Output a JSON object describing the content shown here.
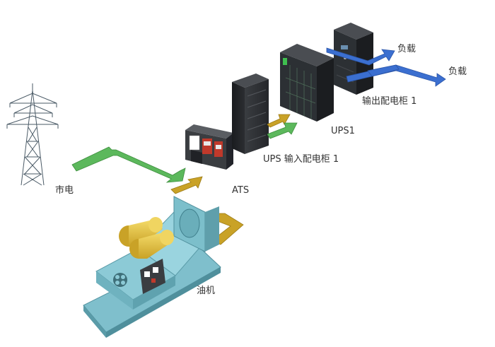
{
  "labels": {
    "grid": "市电",
    "ats": "ATS",
    "ups_input": "UPS 输入配电柜 1",
    "ups": "UPS1",
    "output": "输出配电柜 1",
    "load_1": "负载",
    "load_2": "负载",
    "generator": "油机"
  },
  "colors": {
    "utility_arrow": "#5cb85c",
    "generator_arrow": "#c9a227",
    "load_arrow": "#3b6fd0",
    "cabinet": "#2e3033",
    "generator_body": "#8ccad6",
    "generator_tank": "#e6c23a"
  },
  "icons": [
    "transmission-tower-icon",
    "ats-switch-icon",
    "cabinet-icon",
    "generator-icon"
  ]
}
